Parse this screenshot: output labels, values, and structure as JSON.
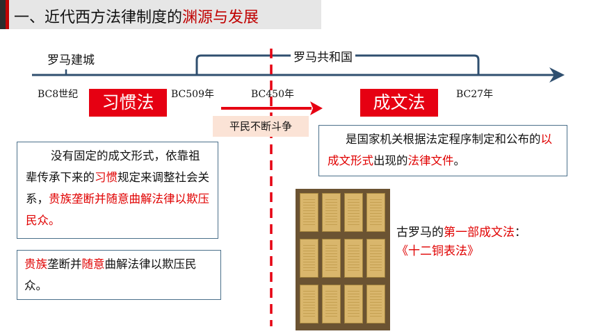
{
  "title": {
    "prefix": "一、近代西方法律制度的",
    "highlight": "渊源与发展"
  },
  "timeline": {
    "label_left": "罗马建城",
    "label_republic": "罗马共和国",
    "years": [
      "BC8世纪",
      "BC509年",
      "BC450年",
      "BC27年"
    ]
  },
  "custom_law": {
    "label": "习惯法"
  },
  "written_law": {
    "label": "成文法"
  },
  "struggle": {
    "label": "平民不断斗争"
  },
  "custom_desc": {
    "p1": "没有固定的成文形式，依靠祖辈传承下来的",
    "hl1": "习惯",
    "p2": "规定来调整社会关系，",
    "hl2": "贵族垄断并随意曲解法律以欺压民众。"
  },
  "summary_box": {
    "hl1": "贵族",
    "p1": "垄断并",
    "hl2": "随意",
    "p2": "曲解法律以欺压民众。"
  },
  "written_desc": {
    "p1": "是国家机关根据法定程序制定和公布的",
    "hl1": "以成文形式",
    "p2": "出现的",
    "hl2": "法律文件",
    "p3": "。"
  },
  "twelve_tables": {
    "prefix": "古罗马的",
    "hl1": "第一部成文法",
    "colon": "：",
    "hl2": "《十二铜表法》"
  },
  "colors": {
    "accent_red": "#c00000",
    "box_red": "#e60012",
    "arrow": "#2f4f6f",
    "pink": "#fbe3d6"
  }
}
